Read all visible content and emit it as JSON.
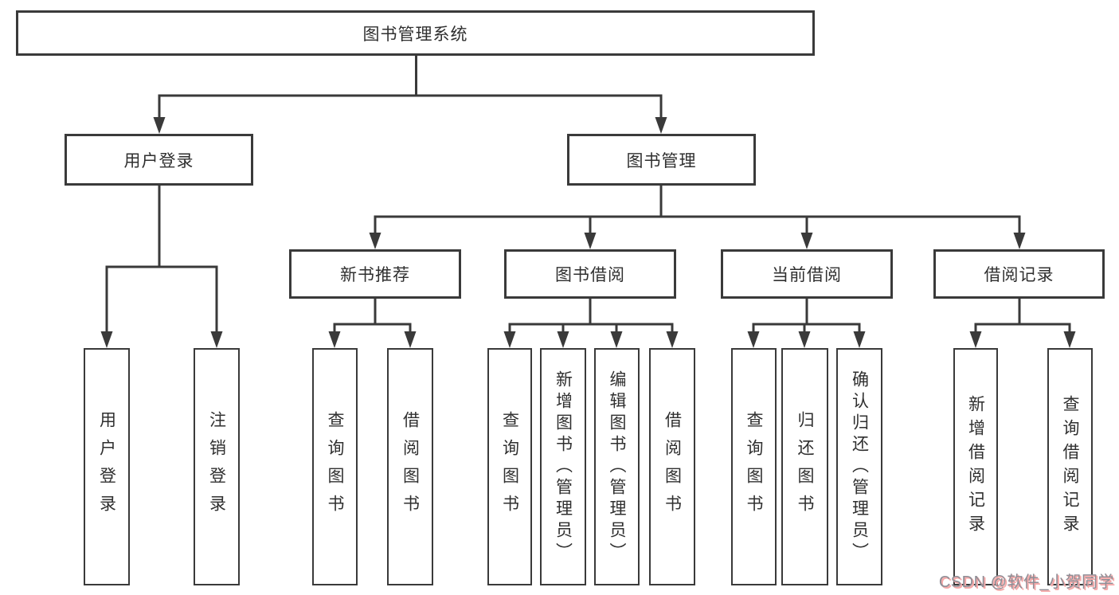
{
  "diagram": {
    "root": {
      "label": "图书管理系统"
    },
    "level2": [
      {
        "label": "用户登录"
      },
      {
        "label": "图书管理"
      }
    ],
    "level3": [
      {
        "label": "新书推荐"
      },
      {
        "label": "图书借阅"
      },
      {
        "label": "当前借阅"
      },
      {
        "label": "借阅记录"
      }
    ],
    "leaves": {
      "user_login": [
        "用户登录",
        "注销登录"
      ],
      "new_book_recommend": [
        "查询图书",
        "借阅图书"
      ],
      "book_borrowing": [
        "查询图书",
        "新增图书（管理员）",
        "编辑图书（管理员）",
        "借阅图书"
      ],
      "current_borrowing": [
        "查询图书",
        "归还图书",
        "确认归还（管理员）"
      ],
      "borrowing_records": [
        "新增借阅记录",
        "查询借阅记录"
      ]
    },
    "colors": {
      "line": "#3a3a3a",
      "box_background": "#ffffff",
      "watermark_text": "#8e8e96",
      "watermark_shadow": "#f5a7a7"
    },
    "watermark": "CSDN @软件_小贺同学"
  }
}
